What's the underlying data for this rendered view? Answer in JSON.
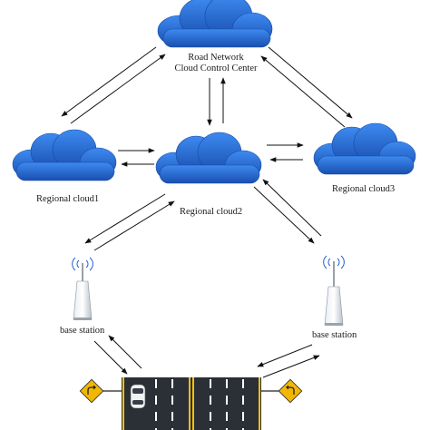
{
  "diagram": {
    "center": {
      "line1": "Road Network",
      "line2": "Cloud Control Center"
    },
    "regional_clouds": [
      {
        "label": "Regional cloud1"
      },
      {
        "label": "Regional cloud2"
      },
      {
        "label": "Regional cloud3"
      }
    ],
    "base_stations": [
      {
        "label": "base station"
      },
      {
        "label": "base station"
      }
    ],
    "colors": {
      "cloud": "#1f5fc7",
      "cloud_highlight": "#3d8af0",
      "arrow": "#111111",
      "road": "#2b2f36",
      "road_line": "#f4c20d",
      "road_dash": "#ffffff",
      "sign": "#f2b705"
    },
    "icons": [
      "cloud-icon",
      "base-station-icon",
      "antenna-signal-icon",
      "road-icon",
      "vehicle-icon",
      "turn-sign-icon"
    ]
  }
}
